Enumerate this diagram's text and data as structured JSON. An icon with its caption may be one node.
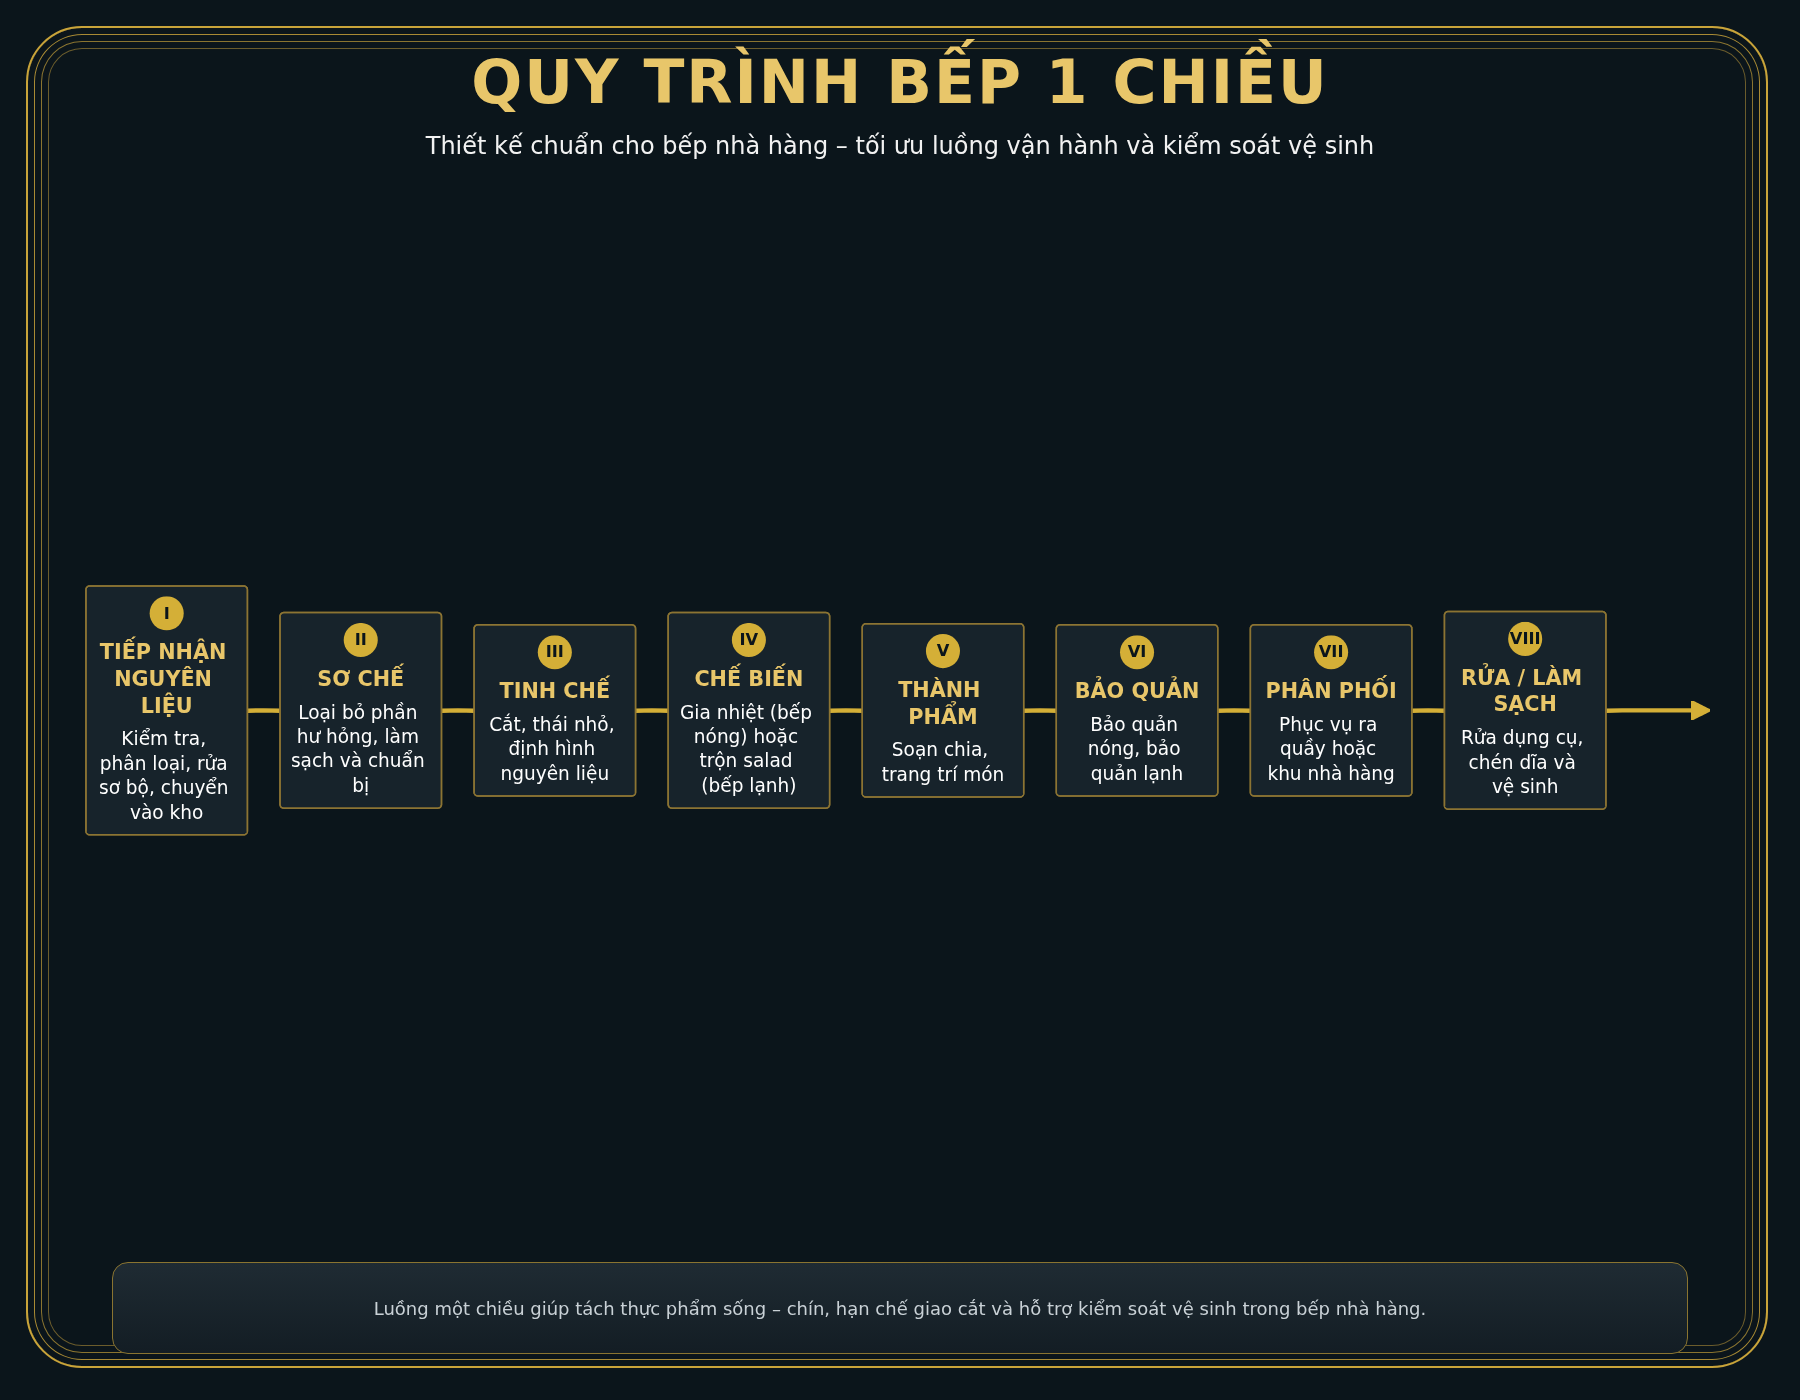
{
  "diagram": {
    "title": "QUY TRÌNH BẾP 1 CHIỀU",
    "caption": "Luồng một chiều giúp tách thực phẩm sống – chín, hạn chế giao cắt và hỗ trợ kiểm soát vệ sinh trong bếp nhà hàng.",
    "nodes": [
      {
        "text": [
          "I",
          "TIẾP NHẬN NGUYÊN LIỆU",
          "Kiểm tra, phân loại, rửa sơ bộ, chuyển vào kho"
        ]
      },
      {
        "text": [
          "II",
          "SƠ CHẾ",
          "Loại bỏ phần hư hỏng, làm sạch và chuẩn bị"
        ]
      },
      {
        "text": [
          "III",
          "TINH CHẾ",
          "Cắt, thái nhỏ, định hình nguyên liệu"
        ]
      },
      {
        "text": [
          "IV",
          "CHẾ BIẾN",
          "Gia nhiệt (bếp nóng) hoặc trộn salad (bếp lạnh)"
        ]
      },
      {
        "text": [
          "V",
          "THÀNH PHẨM",
          "Soạn chia, trang trí món"
        ]
      },
      {
        "text": [
          "VI",
          "BẢO QUẢN",
          "Bảo quản nóng, bảo quản lạnh"
        ]
      },
      {
        "text": [
          "VII",
          "PHÂN PHỐI",
          "Phục vụ ra quầy hoặc khu nhà hàng"
        ]
      },
      {
        "text": [
          "VIII",
          "RỬA / LÀM SẠCH",
          "Rửa dụng cụ, chén dĩa và vệ sinh"
        ]
      }
    ],
    "edges": [
      {
        "from": 0,
        "to": 1,
        "arrow": "none"
      },
      {
        "from": 1,
        "to": 2,
        "arrow": "none"
      },
      {
        "from": 2,
        "to": 3,
        "arrow": "none"
      },
      {
        "from": 3,
        "to": 4,
        "arrow": "none"
      },
      {
        "from": 4,
        "to": 5,
        "arrow": "none"
      },
      {
        "from": 5,
        "to": 6,
        "arrow": "none"
      },
      {
        "from": 6,
        "to": 7,
        "arrow": "none"
      },
      {
        "from": 7,
        "to": null,
        "arrow": "to"
      }
    ],
    "labels": [
      "Thiết kế chuẩn cho bếp nhà hàng – tối ưu luồng vận hành và kiểm soát vệ sinh"
    ]
  }
}
